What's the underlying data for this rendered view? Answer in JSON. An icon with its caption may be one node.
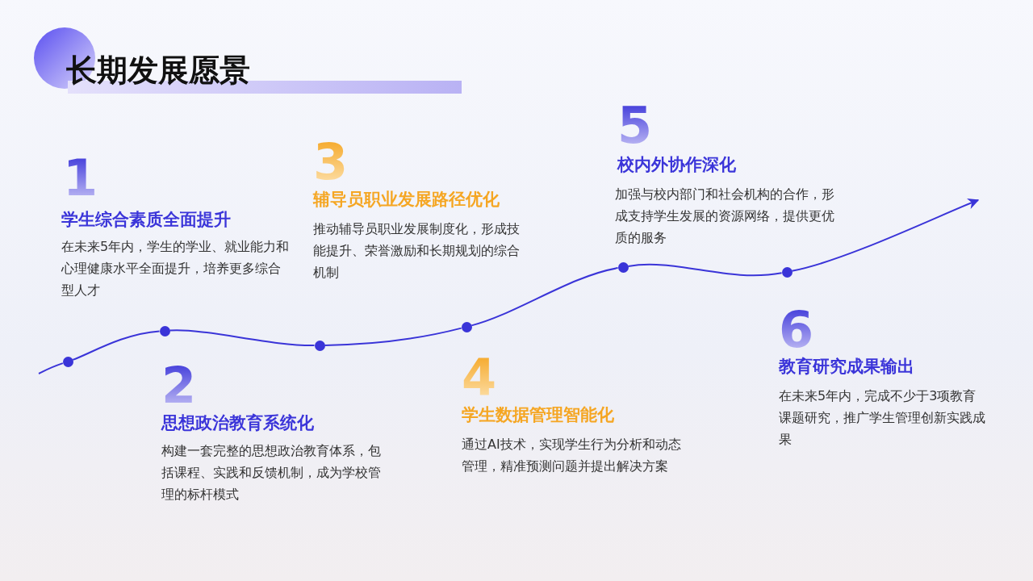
{
  "diagram": {
    "title": "长期发展愿景",
    "nodes": [
      {
        "text": [],
        "shape": "circle",
        "beside": [
          "1",
          "学生综合素质全面提升",
          "在未来5年内，学生的学业、就业能力和心理健康水平全面提升，培养更多综合型人才"
        ]
      },
      {
        "text": [],
        "shape": "circle",
        "beside": [
          "2",
          "思想政治教育系统化",
          "构建一套完整的思想政治教育体系，包括课程、实践和反馈机制，成为学校管理的标杆模式"
        ]
      },
      {
        "text": [],
        "shape": "circle",
        "beside": [
          "3",
          "辅导员职业发展路径优化",
          "推动辅导员职业发展制度化，形成技能提升、荣誉激励和长期规划的综合机制"
        ]
      },
      {
        "text": [],
        "shape": "circle",
        "beside": [
          "4",
          "学生数据管理智能化",
          "通过AI技术，实现学生行为分析和动态管理，精准预测问题并提出解决方案"
        ]
      },
      {
        "text": [],
        "shape": "circle",
        "beside": [
          "5",
          "校内外协作深化",
          "加强与校内部门和社会机构的合作，形成支持学生发展的资源网络，提供更优质的服务"
        ]
      },
      {
        "text": [],
        "shape": "circle",
        "beside": [
          "6",
          "教育研究成果输出",
          "在未来5年内，完成不少于3项教育课题研究，推广学生管理创新实践成果"
        ]
      }
    ],
    "edges": [
      {
        "from": null,
        "to": 0,
        "arrow": "none"
      },
      {
        "from": 0,
        "to": 1,
        "arrow": "none"
      },
      {
        "from": 1,
        "to": 2,
        "arrow": "none"
      },
      {
        "from": 2,
        "to": 3,
        "arrow": "none"
      },
      {
        "from": 3,
        "to": 4,
        "arrow": "none"
      },
      {
        "from": 4,
        "to": 5,
        "arrow": "none"
      },
      {
        "from": 5,
        "to": null,
        "arrow": "to"
      }
    ]
  }
}
